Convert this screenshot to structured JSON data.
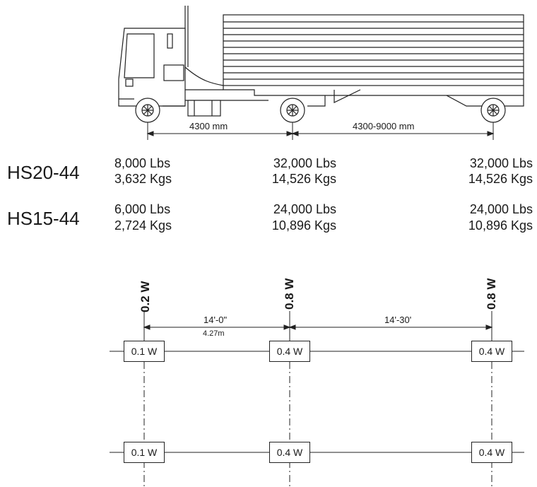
{
  "truck": {
    "dim1": "4300 mm",
    "dim2": "4300-9000 mm"
  },
  "loads": [
    {
      "name": "HS20-44",
      "axles": [
        {
          "lbs": "8,000 Lbs",
          "kgs": "3,632 Kgs"
        },
        {
          "lbs": "32,000 Lbs",
          "kgs": "14,526 Kgs"
        },
        {
          "lbs": "32,000 Lbs",
          "kgs": "14,526 Kgs"
        }
      ]
    },
    {
      "name": "HS15-44",
      "axles": [
        {
          "lbs": "6,000 Lbs",
          "kgs": "2,724 Kgs"
        },
        {
          "lbs": "24,000 Lbs",
          "kgs": "10,896 Kgs"
        },
        {
          "lbs": "24,000 Lbs",
          "kgs": "10,896 Kgs"
        }
      ]
    }
  ],
  "plan": {
    "axle_loads": [
      "0.2 W",
      "0.8 W",
      "0.8 W"
    ],
    "dim1": "14'-0\"",
    "dim1_metric": "4.27m",
    "dim2": "14'-30'",
    "wheel_loads": [
      "0.1 W",
      "0.4 W",
      "0.4 W"
    ]
  }
}
